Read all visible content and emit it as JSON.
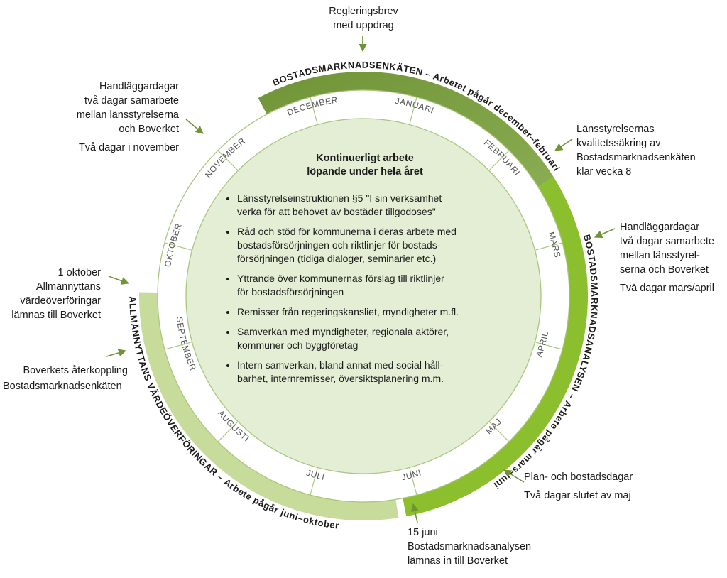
{
  "months": [
    "DECEMBER",
    "JANUARI",
    "FEBRUARI",
    "MARS",
    "APRIL",
    "MAJ",
    "JUNI",
    "JULI",
    "AUGUSTI",
    "SEPTEMBER",
    "OKTOBER",
    "NOVEMBER"
  ],
  "arcs": {
    "enkaten": "BOSTADSMARKNADSENKÄTEN – Arbetet pågår december–februari",
    "analysen": "BOSTADSMARKNADSANALYSEN – Arbete pågår mars–juni",
    "vardeoverforingar": "ALLMÄNNYTTANS VÄRDEÖVERFÖRINGAR – Arbete pågår juni–oktober"
  },
  "center": {
    "title_lines": [
      "Kontinuerligt arbete",
      "löpande under hela året"
    ],
    "bullets": [
      [
        "Länsstyrelseinstruktionen §5 \"I sin verksamhet",
        "verka för att behovet av bostäder tillgodoses\""
      ],
      [
        "Råd och stöd för kommunerna i deras arbete med",
        "bostadsförsörjningen och riktlinjer för bostads-",
        "försörjningen (tidiga dialoger, seminarier etc.)"
      ],
      [
        "Yttrande över kommunernas förslag till riktlinjer",
        "för bostadsförsörjningen"
      ],
      [
        "Remisser från regeringskansliet, myndigheter m.fl."
      ],
      [
        "Samverkan med myndigheter, regionala aktörer,",
        "kommuner och byggföretag"
      ],
      [
        "Intern samverkan, bland annat med social håll-",
        "barhet, internremisser, översiktsplanering m.m."
      ]
    ]
  },
  "notes": {
    "regleringsbrev": [
      "Regleringsbrev",
      "med uppdrag"
    ],
    "handlaggardagar_nov": [
      "Handläggardagar",
      "två dagar samarbete",
      "mellan länsstyrelserna",
      "och Boverket"
    ],
    "handlaggardagar_nov_sub": "Två dagar i november",
    "kvalitetssakring": [
      "Länsstyrelsernas",
      "kvalitetssäkring av",
      "Bostadsmarknadsenkäten",
      "klar vecka 8"
    ],
    "handlaggardagar_mars": [
      "Handläggardagar",
      "två dagar samarbete",
      "mellan länsstyrel-",
      "serna och Boverket"
    ],
    "handlaggardagar_mars_sub": "Två dagar mars/april",
    "oktober": [
      "1 oktober",
      "Allmännyttans",
      "värdeöverföringar",
      "lämnas till Boverket"
    ],
    "aterkoppling": [
      "Boverkets återkoppling",
      "Bostadsmarknadsenkäten"
    ],
    "plan_bostadsdagar": "Plan- och bostadsdagar",
    "plan_bostadsdagar_sub": "Två dagar slutet av maj",
    "juni": [
      "15 juni",
      "Bostadsmarknadsanalysen",
      "lämnas in till Boverket"
    ]
  },
  "colors": {
    "enkaten": "#6f9436",
    "enkaten_fade": "#8aac52",
    "analysen": "#8cbf2d",
    "vardeoverforingar": "#c7dc9b",
    "inner": "#e4eed5",
    "ring_line": "#a9c67f",
    "month_text": "#555555",
    "arrow": "#6f9436"
  }
}
